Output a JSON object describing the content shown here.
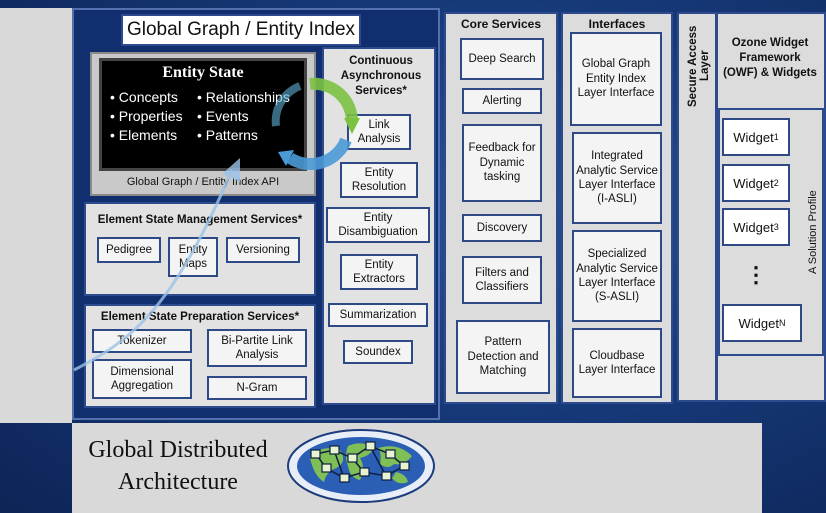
{
  "main": {
    "title": "Global Graph / Entity Index",
    "entity_state": {
      "title": "Entity State",
      "bullets_left": [
        "• Concepts",
        "• Properties",
        "• Elements"
      ],
      "bullets_right": [
        "• Relationships",
        "• Events",
        "• Patterns"
      ]
    },
    "api_label": "Global Graph / Entity Index API",
    "element_state_mgmt": {
      "title": "Element State Management Services*",
      "items": [
        "Pedigree",
        "Entity Maps",
        "Versioning"
      ]
    },
    "element_state_prep": {
      "title": "Element State Preparation Services*",
      "items": [
        "Tokenizer",
        "Bi-Partite Link Analysis",
        "Dimensional Aggregation",
        "N-Gram"
      ]
    },
    "continuous": {
      "title": "Continuous Asynchronous Services*",
      "items": [
        "Link Analysis",
        "Entity Resolution",
        "Entity Disambiguation",
        "Entity Extractors",
        "Summarization",
        "Soundex"
      ]
    }
  },
  "core_services": {
    "title": "Core Services",
    "items": [
      "Deep Search",
      "Alerting",
      "Feedback for Dynamic tasking",
      "Discovery",
      "Filters and Classifiers",
      "Pattern Detection and Matching"
    ]
  },
  "interfaces": {
    "title": "Interfaces",
    "items": [
      "Global Graph Entity Index Layer Interface",
      "Integrated Analytic Service Layer Interface (I-ASLI)",
      "Specialized Analytic Service Layer Interface (S-ASLI)",
      "Cloudbase Layer Interface"
    ]
  },
  "secure_access": {
    "label": "Secure Access Layer"
  },
  "owf": {
    "title": "Ozone Widget Framework (OWF) & Widgets",
    "solution_profile": "A Solution Profile",
    "widget_base": "Widget",
    "widgets": [
      "1",
      "2",
      "3",
      "N"
    ],
    "ellipsis": "⋮"
  },
  "footer": {
    "text_line1": "Global Distributed",
    "text_line2": "Architecture"
  },
  "colors": {
    "background": "#173a7a",
    "border_blue": "#2c4a8c",
    "panel_gray": "#e2e2e2",
    "entity_black": "#000000",
    "cycle_green": "#7cc242",
    "cycle_blue": "#4a9ad6"
  }
}
